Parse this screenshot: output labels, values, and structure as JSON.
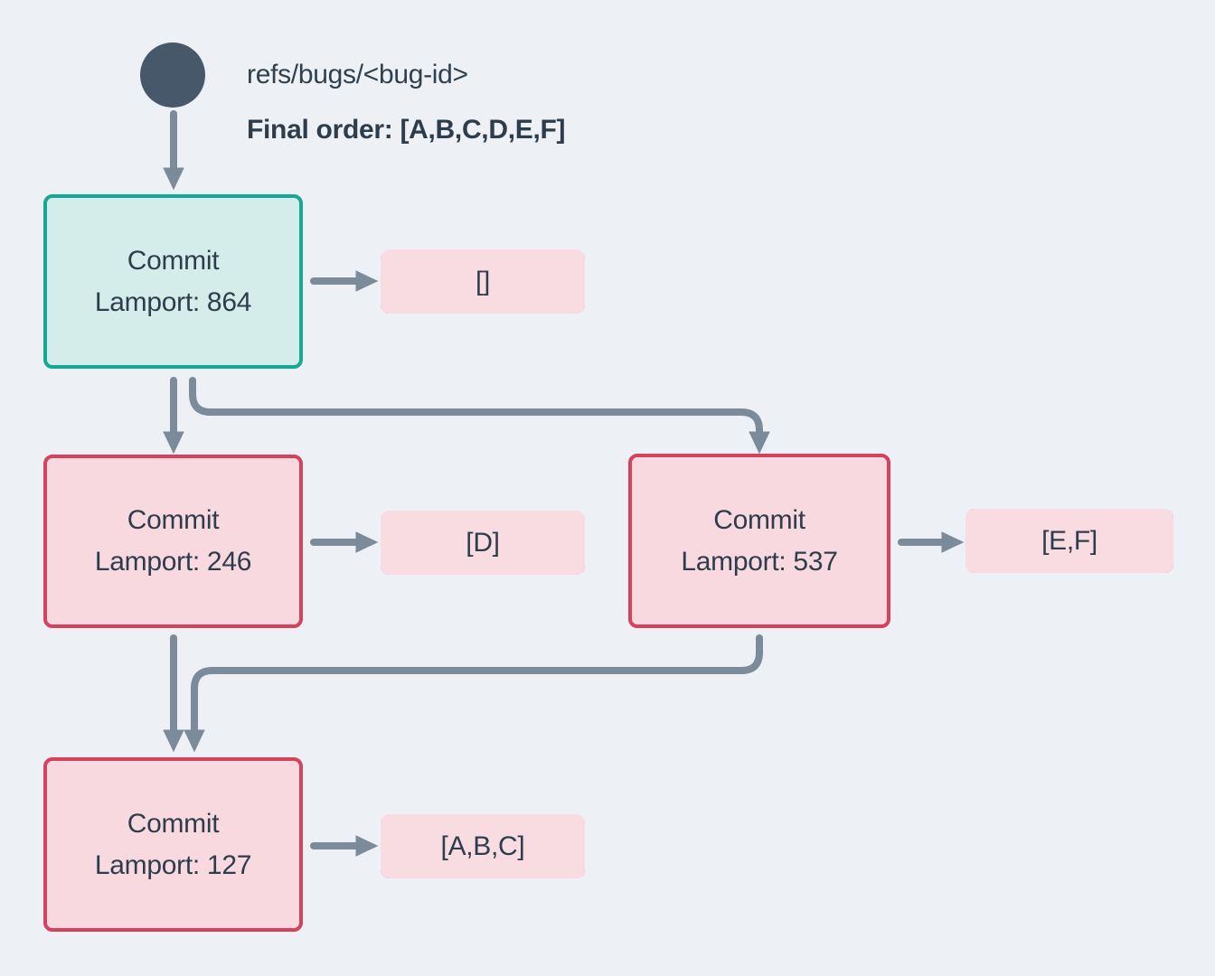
{
  "header": {
    "ref_label": "refs/bugs/<bug-id>",
    "final_order_label": "Final order: [A,B,C,D,E,F]"
  },
  "nodes": [
    {
      "title": "Commit",
      "lamport_label": "Lamport: 864",
      "payload": "[]",
      "kind": "head"
    },
    {
      "title": "Commit",
      "lamport_label": "Lamport: 246",
      "payload": "[D]",
      "kind": "commit"
    },
    {
      "title": "Commit",
      "lamport_label": "Lamport: 537",
      "payload": "[E,F]",
      "kind": "commit"
    },
    {
      "title": "Commit",
      "lamport_label": "Lamport: 127",
      "payload": "[A,B,C]",
      "kind": "commit"
    }
  ],
  "colors": {
    "background": "#edf1f5",
    "head_node_border": "#17a795",
    "head_node_fill": "#d4edeb",
    "commit_node_border": "#d6415b",
    "commit_node_fill": "#f8d9df",
    "payload_border": "#d6415b",
    "payload_fill": "#f9dce2",
    "edge": "#7b8b9a",
    "ref_dot": "#47586a",
    "text": "#2e3d4c"
  }
}
